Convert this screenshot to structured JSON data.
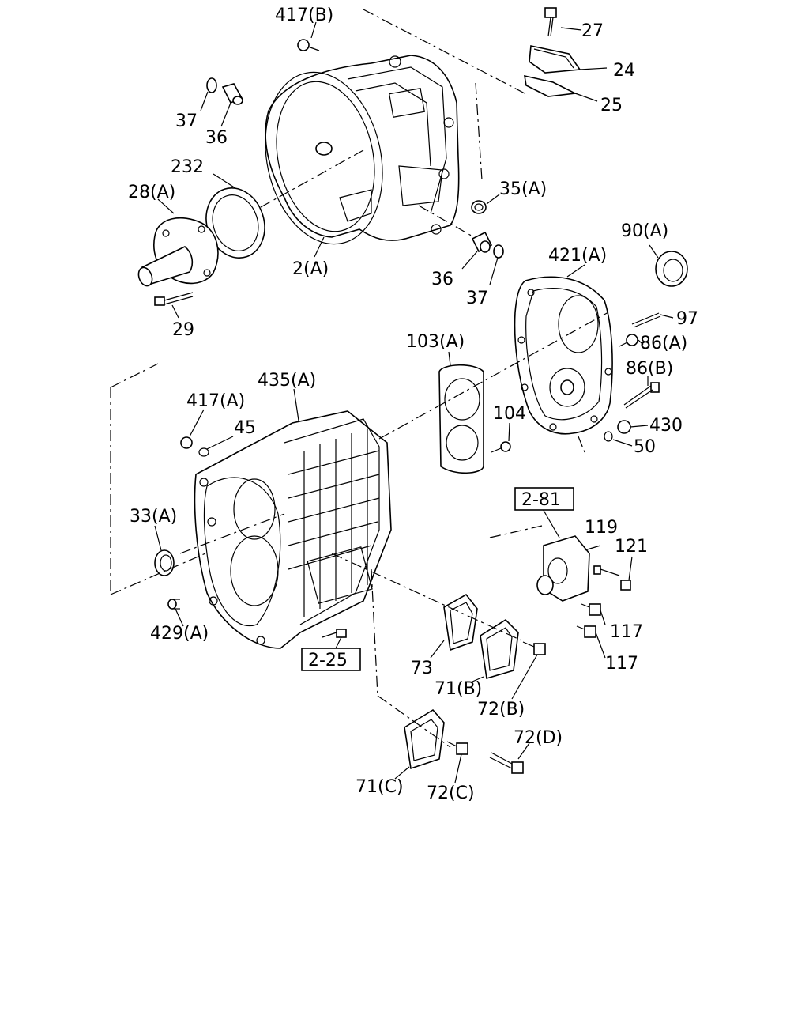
{
  "labels": {
    "p417B": "417(B)",
    "p27": "27",
    "p24": "24",
    "p25": "25",
    "p37a": "37",
    "p36a": "36",
    "p232": "232",
    "p28A": "28(A)",
    "p35A": "35(A)",
    "p2A": "2(A)",
    "p29": "29",
    "p36b": "36",
    "p37b": "37",
    "p90A": "90(A)",
    "p421A": "421(A)",
    "p97": "97",
    "p86A": "86(A)",
    "p103A": "103(A)",
    "p86B": "86(B)",
    "p435A": "435(A)",
    "p417A": "417(A)",
    "p104": "104",
    "p45": "45",
    "p430": "430",
    "p50": "50",
    "p33A": "33(A)",
    "p119": "119",
    "p121": "121",
    "p117a": "117",
    "p117b": "117",
    "p429A": "429(A)",
    "p73": "73",
    "p71B": "71(B)",
    "p72B": "72(B)",
    "p72D": "72(D)",
    "p71C": "71(C)",
    "p72C": "72(C)"
  },
  "refs": {
    "ref281": "2-81",
    "ref225": "2-25"
  }
}
